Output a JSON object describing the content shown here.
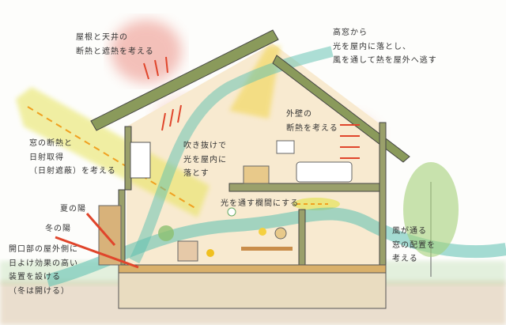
{
  "title": "House environmental design illustration",
  "annotations": {
    "roof": [
      "屋根と天井の",
      "断熱と遮熱を考える"
    ],
    "high_window": [
      "高窓から",
      "光を屋内に落とし、",
      "風を通して熱を屋外へ逃す"
    ],
    "outer_wall": [
      "外壁の",
      "断熱を考える"
    ],
    "window_insulation": [
      "窓の断熱と",
      "日射取得",
      "（日射遮蔽）を考える"
    ],
    "atrium": [
      "吹き抜けで",
      "光を屋内に",
      "落とす"
    ],
    "transom": "光を通す欄間にする",
    "summer_sun": "夏の陽",
    "winter_sun": "冬の陽",
    "shading": [
      "開口部の屋外側に",
      "日よけ効果の高い",
      "装置を設ける",
      "（冬は開ける）"
    ],
    "ventilation": [
      "風が通る",
      "窓の配置を",
      "考える"
    ]
  },
  "colors": {
    "heat": "#e8776a",
    "sunlight": "#e6e35a",
    "wind": "#5bbfb0",
    "arrow": "#e0452b",
    "wood": "#e8c98a",
    "roof": "#8a9a5b"
  }
}
